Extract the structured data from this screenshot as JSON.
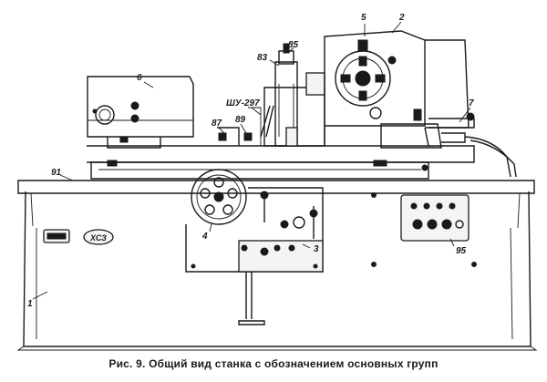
{
  "caption": "Рис. 9. Общий вид станка с обозначением основных групп",
  "labels": {
    "l1": "1",
    "l2": "2",
    "l3": "3",
    "l4": "4",
    "l5": "5",
    "l6": "6",
    "l7": "7",
    "l83": "83",
    "l85": "85",
    "l87": "87",
    "l89": "89",
    "l91": "91",
    "l95": "95",
    "shu297": "ШУ-297"
  },
  "nameplate": "ХСЗ",
  "colors": {
    "ink": "#1a1a1a",
    "paper": "#ffffff"
  }
}
